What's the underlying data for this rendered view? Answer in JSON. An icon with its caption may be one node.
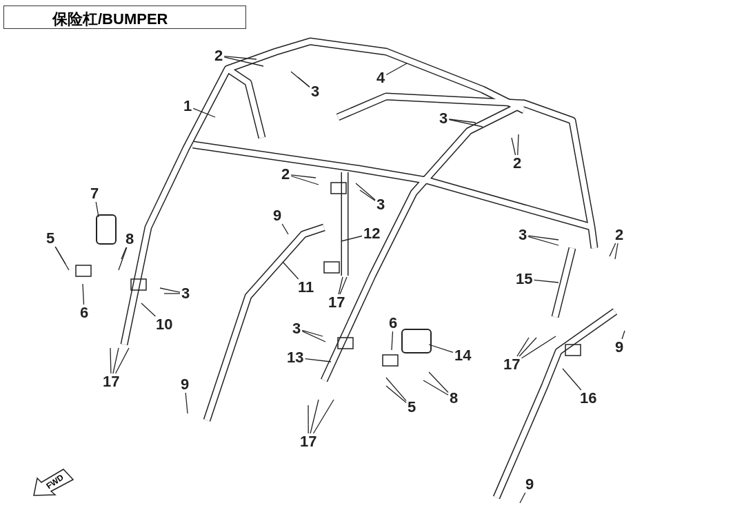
{
  "diagram": {
    "title": "保险杠/BUMPER",
    "nodes": [
      {
        "text": [
          "2"
        ]
      },
      {
        "text": [
          "3"
        ]
      },
      {
        "text": [
          "4"
        ]
      },
      {
        "text": [
          "1"
        ]
      },
      {
        "text": [
          "3"
        ]
      },
      {
        "text": [
          "2"
        ]
      },
      {
        "text": [
          "2"
        ]
      },
      {
        "text": [
          "3"
        ]
      },
      {
        "text": [
          "7"
        ]
      },
      {
        "text": [
          "9"
        ]
      },
      {
        "text": [
          "12"
        ]
      },
      {
        "text": [
          "5"
        ]
      },
      {
        "text": [
          "8"
        ]
      },
      {
        "text": [
          "3"
        ]
      },
      {
        "text": [
          "2"
        ]
      },
      {
        "text": [
          "3"
        ]
      },
      {
        "text": [
          "6"
        ]
      },
      {
        "text": [
          "10"
        ]
      },
      {
        "text": [
          "11"
        ]
      },
      {
        "text": [
          "17"
        ]
      },
      {
        "text": [
          "15"
        ]
      },
      {
        "text": [
          "3"
        ]
      },
      {
        "text": [
          "6"
        ]
      },
      {
        "text": [
          "14"
        ]
      },
      {
        "text": [
          "13"
        ]
      },
      {
        "text": [
          "17"
        ]
      },
      {
        "text": [
          "17"
        ]
      },
      {
        "text": [
          "9"
        ]
      },
      {
        "text": [
          "9"
        ]
      },
      {
        "text": [
          "5"
        ]
      },
      {
        "text": [
          "8"
        ]
      },
      {
        "text": [
          "16"
        ]
      },
      {
        "text": [
          "17"
        ]
      },
      {
        "text": [
          "9"
        ]
      },
      {
        "text": [
          "FWD"
        ]
      }
    ],
    "edges": [
      {
        "from": 0,
        "to": null,
        "arrow": "none"
      },
      {
        "from": 0,
        "to": null,
        "arrow": "none"
      },
      {
        "from": 1,
        "to": null,
        "arrow": "none"
      },
      {
        "from": 1,
        "to": null,
        "arrow": "none"
      },
      {
        "from": 2,
        "to": null,
        "arrow": "none"
      },
      {
        "from": 3,
        "to": null,
        "arrow": "none"
      },
      {
        "from": 4,
        "to": null,
        "arrow": "none"
      },
      {
        "from": 4,
        "to": null,
        "arrow": "none"
      },
      {
        "from": 5,
        "to": null,
        "arrow": "none"
      },
      {
        "from": 5,
        "to": null,
        "arrow": "none"
      },
      {
        "from": 6,
        "to": null,
        "arrow": "none"
      },
      {
        "from": 6,
        "to": null,
        "arrow": "none"
      },
      {
        "from": 7,
        "to": null,
        "arrow": "none"
      },
      {
        "from": 7,
        "to": null,
        "arrow": "none"
      },
      {
        "from": 8,
        "to": null,
        "arrow": "none"
      },
      {
        "from": 9,
        "to": null,
        "arrow": "none"
      },
      {
        "from": 10,
        "to": null,
        "arrow": "none"
      },
      {
        "from": 11,
        "to": null,
        "arrow": "none"
      },
      {
        "from": 11,
        "to": null,
        "arrow": "none"
      },
      {
        "from": 12,
        "to": null,
        "arrow": "none"
      },
      {
        "from": 12,
        "to": null,
        "arrow": "none"
      },
      {
        "from": 13,
        "to": null,
        "arrow": "none"
      },
      {
        "from": 13,
        "to": null,
        "arrow": "none"
      },
      {
        "from": 14,
        "to": null,
        "arrow": "none"
      },
      {
        "from": 14,
        "to": null,
        "arrow": "none"
      },
      {
        "from": 15,
        "to": null,
        "arrow": "none"
      },
      {
        "from": 15,
        "to": null,
        "arrow": "none"
      },
      {
        "from": 16,
        "to": null,
        "arrow": "none"
      },
      {
        "from": 17,
        "to": null,
        "arrow": "none"
      },
      {
        "from": 18,
        "to": null,
        "arrow": "none"
      },
      {
        "from": 19,
        "to": null,
        "arrow": "none"
      },
      {
        "from": 19,
        "to": null,
        "arrow": "none"
      },
      {
        "from": 20,
        "to": null,
        "arrow": "none"
      },
      {
        "from": 21,
        "to": null,
        "arrow": "none"
      },
      {
        "from": 21,
        "to": null,
        "arrow": "none"
      },
      {
        "from": 22,
        "to": null,
        "arrow": "none"
      },
      {
        "from": 23,
        "to": null,
        "arrow": "none"
      },
      {
        "from": 24,
        "to": null,
        "arrow": "none"
      },
      {
        "from": 25,
        "to": null,
        "arrow": "none"
      },
      {
        "from": 25,
        "to": null,
        "arrow": "none"
      },
      {
        "from": 25,
        "to": null,
        "arrow": "none"
      },
      {
        "from": 26,
        "to": null,
        "arrow": "none"
      },
      {
        "from": 26,
        "to": null,
        "arrow": "none"
      },
      {
        "from": 26,
        "to": null,
        "arrow": "none"
      },
      {
        "from": 27,
        "to": null,
        "arrow": "none"
      },
      {
        "from": 28,
        "to": null,
        "arrow": "none"
      },
      {
        "from": 29,
        "to": null,
        "arrow": "none"
      },
      {
        "from": 29,
        "to": null,
        "arrow": "none"
      },
      {
        "from": 30,
        "to": null,
        "arrow": "none"
      },
      {
        "from": 30,
        "to": null,
        "arrow": "none"
      },
      {
        "from": 31,
        "to": null,
        "arrow": "none"
      },
      {
        "from": 32,
        "to": null,
        "arrow": "none"
      },
      {
        "from": 32,
        "to": null,
        "arrow": "none"
      },
      {
        "from": 32,
        "to": null,
        "arrow": "none"
      },
      {
        "from": 33,
        "to": null,
        "arrow": "none"
      }
    ]
  }
}
